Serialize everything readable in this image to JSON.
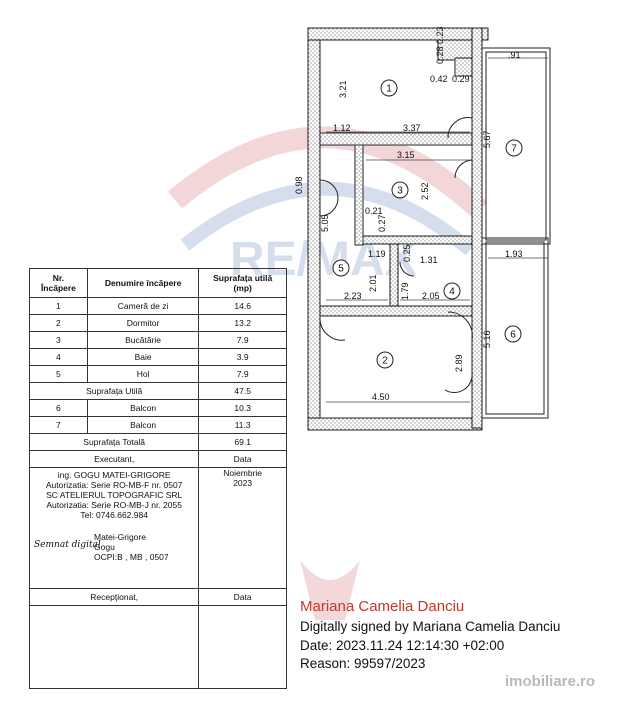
{
  "table": {
    "headers": {
      "nr": "Nr.\nÎncăpere",
      "name": "Denumire încăpere",
      "area": "Suprafața utilă\n(mp)"
    },
    "rows": [
      {
        "nr": "1",
        "name": "Cameră de zi",
        "area": "14.6"
      },
      {
        "nr": "2",
        "name": "Dormitor",
        "area": "13.2"
      },
      {
        "nr": "3",
        "name": "Bucătărie",
        "area": "7.9"
      },
      {
        "nr": "4",
        "name": "Baie",
        "area": "3.9"
      },
      {
        "nr": "5",
        "name": "Hol",
        "area": "7.9"
      }
    ],
    "util_label": "Suprafața Utilă",
    "util_value": "47.5",
    "balcony_rows": [
      {
        "nr": "6",
        "name": "Balcon",
        "area": "10.3"
      },
      {
        "nr": "7",
        "name": "Balcon",
        "area": "11.3"
      }
    ],
    "total_label": "Suprafața Totală",
    "total_value": "69.1",
    "executant_label": "Executant,",
    "data_label": "Data",
    "executant_lines": [
      "ing. GOGU MATEI-GRIGORE",
      "Autorizatia: Serie RO-MB-F nr. 0507",
      "SC ATELIERUL TOPOGRAFIC SRL",
      "Autorizatia: Serie RO-MB-J nr. 2055",
      "Tel: 0746.662.984"
    ],
    "date_lines": [
      "Noiembrie",
      "2023"
    ],
    "sign_name": "Matei-Grigore",
    "sign_name2": "Gogu",
    "sign_handwritten": "Semnat digital",
    "sign_ocpi": "OCPI:B , MB , 0507",
    "receptionat_label": "Recepționat,",
    "data_label2": "Data"
  },
  "signature": {
    "name": "Mariana Camelia Danciu",
    "line1": "Digitally signed by Mariana Camelia Danciu",
    "line2": "Date: 2023.11.24 12:14:30 +02:00",
    "line3": "Reason: 99597/2023"
  },
  "watermark": {
    "brand": "RE/MAX",
    "site": "imobiliare.ro"
  },
  "plan": {
    "room_labels": [
      "1",
      "2",
      "3",
      "4",
      "5",
      "6",
      "7"
    ],
    "dimensions": [
      "3.21",
      "0.28",
      "0.23",
      "0.42",
      "0.29",
      ".91",
      "1.12",
      "3.37",
      "5.67",
      "3.15",
      "2.52",
      "5.05",
      "0.21",
      "0.27",
      "1.19",
      "0.25",
      "1.31",
      "1.93",
      "2.23",
      "2.01",
      "1.79",
      "2.05",
      "5.16",
      "2.89",
      "4.50",
      "0.98"
    ]
  }
}
